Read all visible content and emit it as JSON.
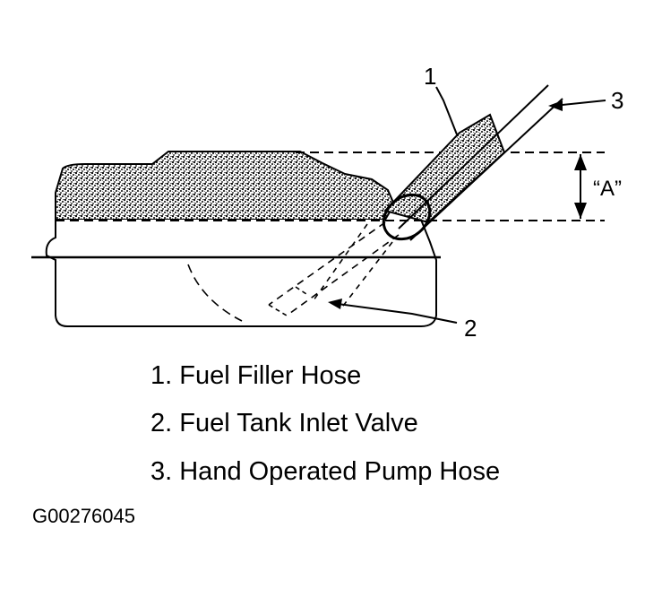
{
  "callouts": {
    "n1": "1",
    "n2": "2",
    "n3": "3",
    "dimension": "“A”"
  },
  "legend": [
    "1. Fuel Filler Hose",
    "2. Fuel Tank Inlet Valve",
    "3. Hand Operated Pump Hose"
  ],
  "figure_id": "G00276045"
}
